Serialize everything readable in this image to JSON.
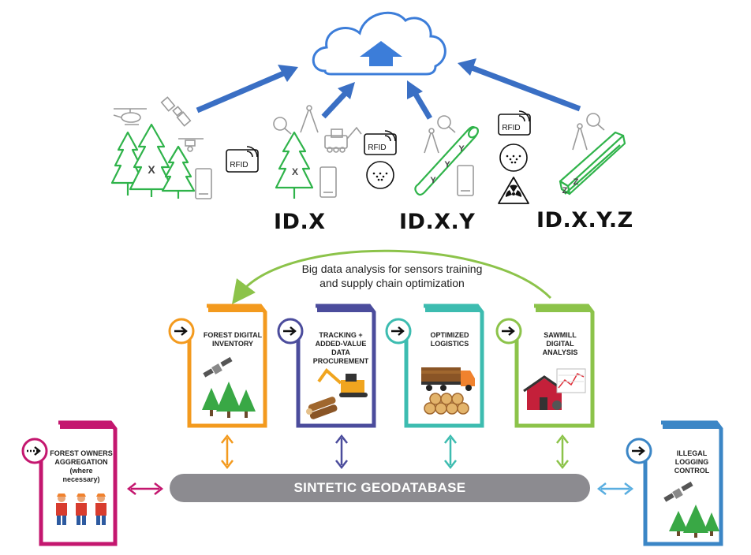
{
  "top": {
    "rfid_label": "RFID",
    "tree_marker_x": "X",
    "log_marker_y": "Y",
    "beam_marker_z": "Z",
    "id_labels": [
      "ID.X",
      "ID.X.Y",
      "ID.X.Y.Z"
    ]
  },
  "big_data_text": {
    "line1": "Big data analysis for sensors training",
    "line2": "and supply chain optimization"
  },
  "cards": [
    {
      "title_line1": "FOREST DIGITAL",
      "title_line2": "INVENTORY",
      "color": "#f39a1e"
    },
    {
      "title_line1": "TRACKING +",
      "title_line2": "ADDED-VALUE",
      "title_line3": "DATA",
      "title_line4": "PROCUREMENT",
      "color": "#4b4c9c"
    },
    {
      "title_line1": "OPTIMIZED",
      "title_line2": "LOGISTICS",
      "color": "#3dbcb0"
    },
    {
      "title_line1": "SAWMILL",
      "title_line2": "DIGITAL",
      "title_line3": "ANALYSIS",
      "color": "#8cc34a"
    }
  ],
  "side_cards": {
    "left": {
      "title_line1": "FOREST OWNERS",
      "title_line2": "AGGREGATION",
      "title_line3": "(where",
      "title_line4": "necessary)",
      "color": "#c4176f"
    },
    "right": {
      "title_line1": "ILLEGAL",
      "title_line2": "LOGGING",
      "title_line3": "CONTROL",
      "color": "#3b86c6"
    }
  },
  "geodatabase": {
    "label": "SINTETIC GEODATABASE",
    "color": "#8c8b90"
  },
  "colors": {
    "cloud": "#3c7dd9",
    "arrow": "#3a6fc4",
    "green": "#2fb34a",
    "arc": "#8cc34a"
  }
}
